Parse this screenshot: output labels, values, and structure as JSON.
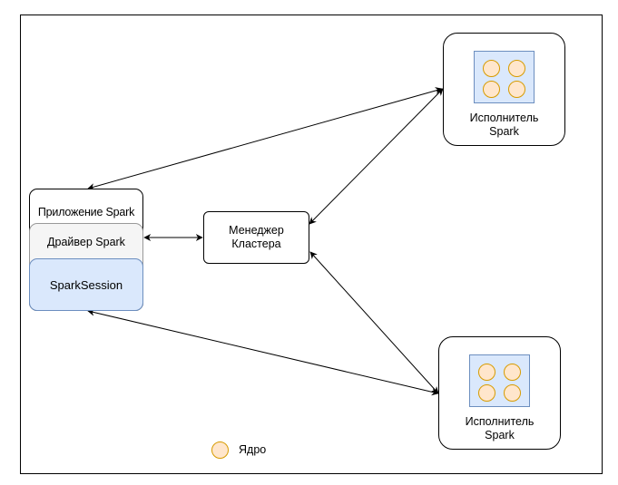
{
  "diagram": {
    "nodes": {
      "app": {
        "label": "Приложение Spark"
      },
      "driver": {
        "label": "Драйвер Spark"
      },
      "session": {
        "label": "SparkSession"
      },
      "manager": {
        "label": "Менеджер\nКластера"
      },
      "executor_top": {
        "label": "Исполнитель\nSpark"
      },
      "executor_bottom": {
        "label": "Исполнитель\nSpark"
      }
    },
    "legend": {
      "core_label": "Ядро"
    },
    "edges": [
      {
        "from": "app",
        "to": "executor_top",
        "direction": "both"
      },
      {
        "from": "driver",
        "to": "manager",
        "direction": "both"
      },
      {
        "from": "manager",
        "to": "executor_top",
        "direction": "both"
      },
      {
        "from": "manager",
        "to": "executor_bottom",
        "direction": "both"
      },
      {
        "from": "session",
        "to": "executor_bottom",
        "direction": "both"
      }
    ],
    "colors": {
      "session_fill": "#dae8fc",
      "session_stroke": "#6c8ebf",
      "driver_fill": "#f5f5f5",
      "core_fill": "#ffe6cc",
      "core_stroke": "#d79b00",
      "line": "#000000"
    }
  }
}
